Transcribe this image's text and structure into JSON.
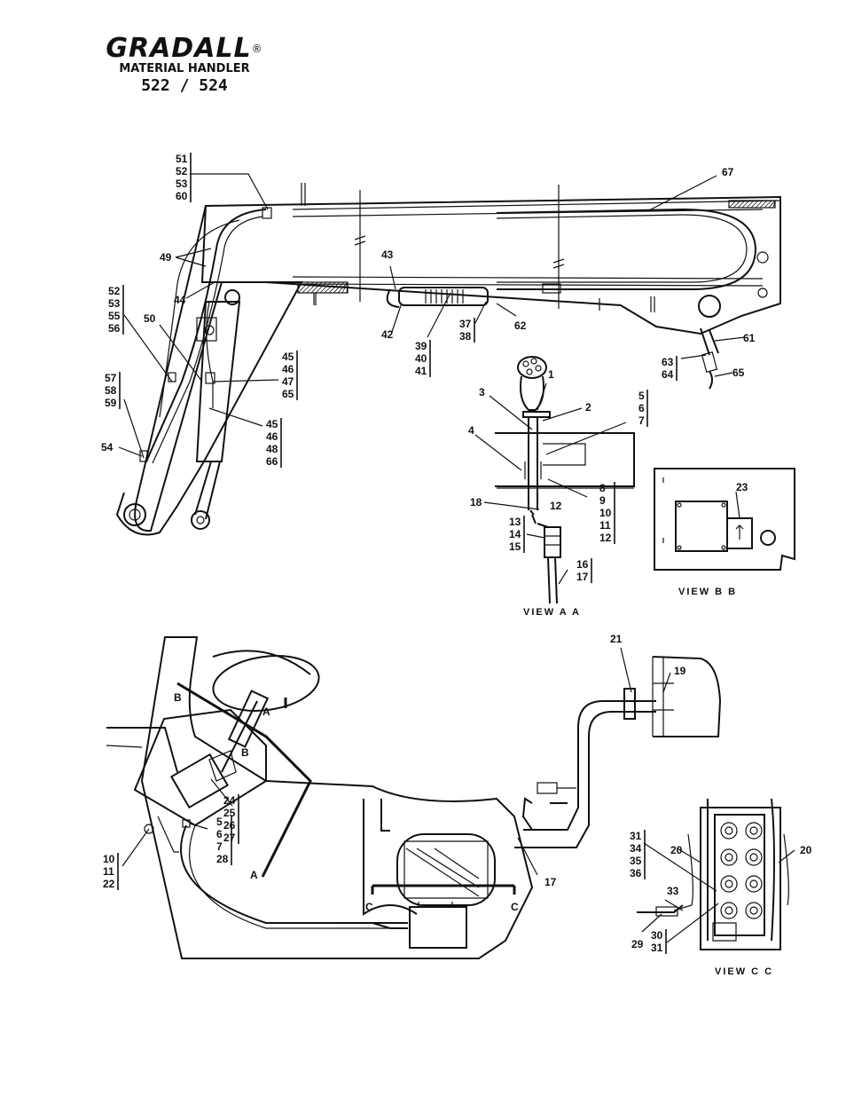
{
  "brand": {
    "name": "GRADALL",
    "reg": "®",
    "subtitle": "MATERIAL HANDLER",
    "model": "522 / 524"
  },
  "views": {
    "aa": "VIEW A A",
    "bb": "VIEW B B",
    "cc": "VIEW C C"
  },
  "section_letters": {
    "a": "A",
    "b": "B",
    "c": "C"
  },
  "callouts": {
    "boom_top": [
      "51",
      "52",
      "53",
      "60"
    ],
    "boom_67": "67",
    "boom_49": "49",
    "boom_43": "43",
    "boom_44": "44",
    "boom_left_a": [
      "52",
      "53",
      "55",
      "56"
    ],
    "boom_50": "50",
    "boom_42": "42",
    "boom_39": [
      "39",
      "40",
      "41"
    ],
    "boom_37": [
      "37",
      "38"
    ],
    "boom_62": "62",
    "boom_61": "61",
    "boom_63": [
      "63",
      "64"
    ],
    "boom_65": "65",
    "boom_45a": [
      "45",
      "46",
      "47",
      "65"
    ],
    "boom_57": [
      "57",
      "58",
      "59"
    ],
    "boom_54": "54",
    "boom_45b": [
      "45",
      "46",
      "48",
      "66"
    ],
    "aa_1": "1",
    "aa_3": "3",
    "aa_2": "2",
    "aa_567": [
      "5",
      "6",
      "7"
    ],
    "aa_4": "4",
    "aa_8": [
      "8",
      "9",
      "10",
      "11",
      "12"
    ],
    "aa_18": "18",
    "aa_12": "12",
    "aa_13": [
      "13",
      "14",
      "15"
    ],
    "aa_16": [
      "16",
      "17"
    ],
    "bb_23": "23",
    "cab_21": "21",
    "cab_19": "19",
    "cab_24": [
      "24",
      "25",
      "26",
      "27"
    ],
    "cab_5": [
      "5",
      "6",
      "7",
      "28"
    ],
    "cab_10": [
      "10",
      "11",
      "22"
    ],
    "cab_17": "17",
    "cc_31": [
      "31",
      "34",
      "35",
      "36"
    ],
    "cc_20a": "20",
    "cc_20b": "20",
    "cc_33": "33",
    "cc_29": "29",
    "cc_30": [
      "30",
      "31"
    ]
  }
}
